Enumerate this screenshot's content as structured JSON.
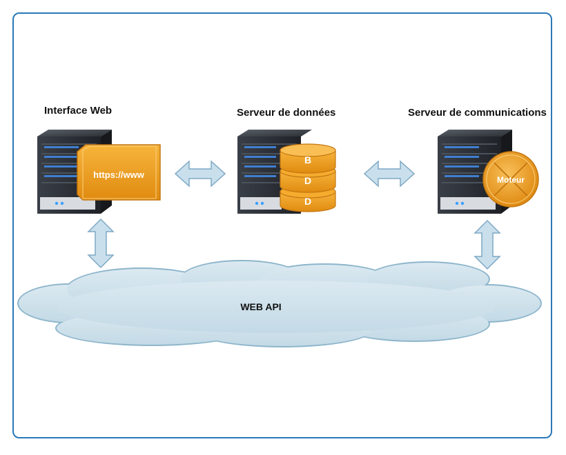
{
  "labels": {
    "web_interface": "Interface Web",
    "data_server": "Serveur de données",
    "comm_server": "Serveur de communications"
  },
  "web_badge": "https://www",
  "database_letters": [
    "B",
    "D",
    "D"
  ],
  "engine_label": "Moteur",
  "cloud_label": "WEB API",
  "colors": {
    "frame": "#2a78b8",
    "orange": "#f0a21c",
    "orange_dark": "#c97a0c",
    "arrow_fill": "#c9dfec",
    "arrow_stroke": "#7ea8c4",
    "cloud_fill": "#cfe2ec",
    "cloud_stroke": "#8db5cb",
    "server_body": "#2b2f36"
  }
}
